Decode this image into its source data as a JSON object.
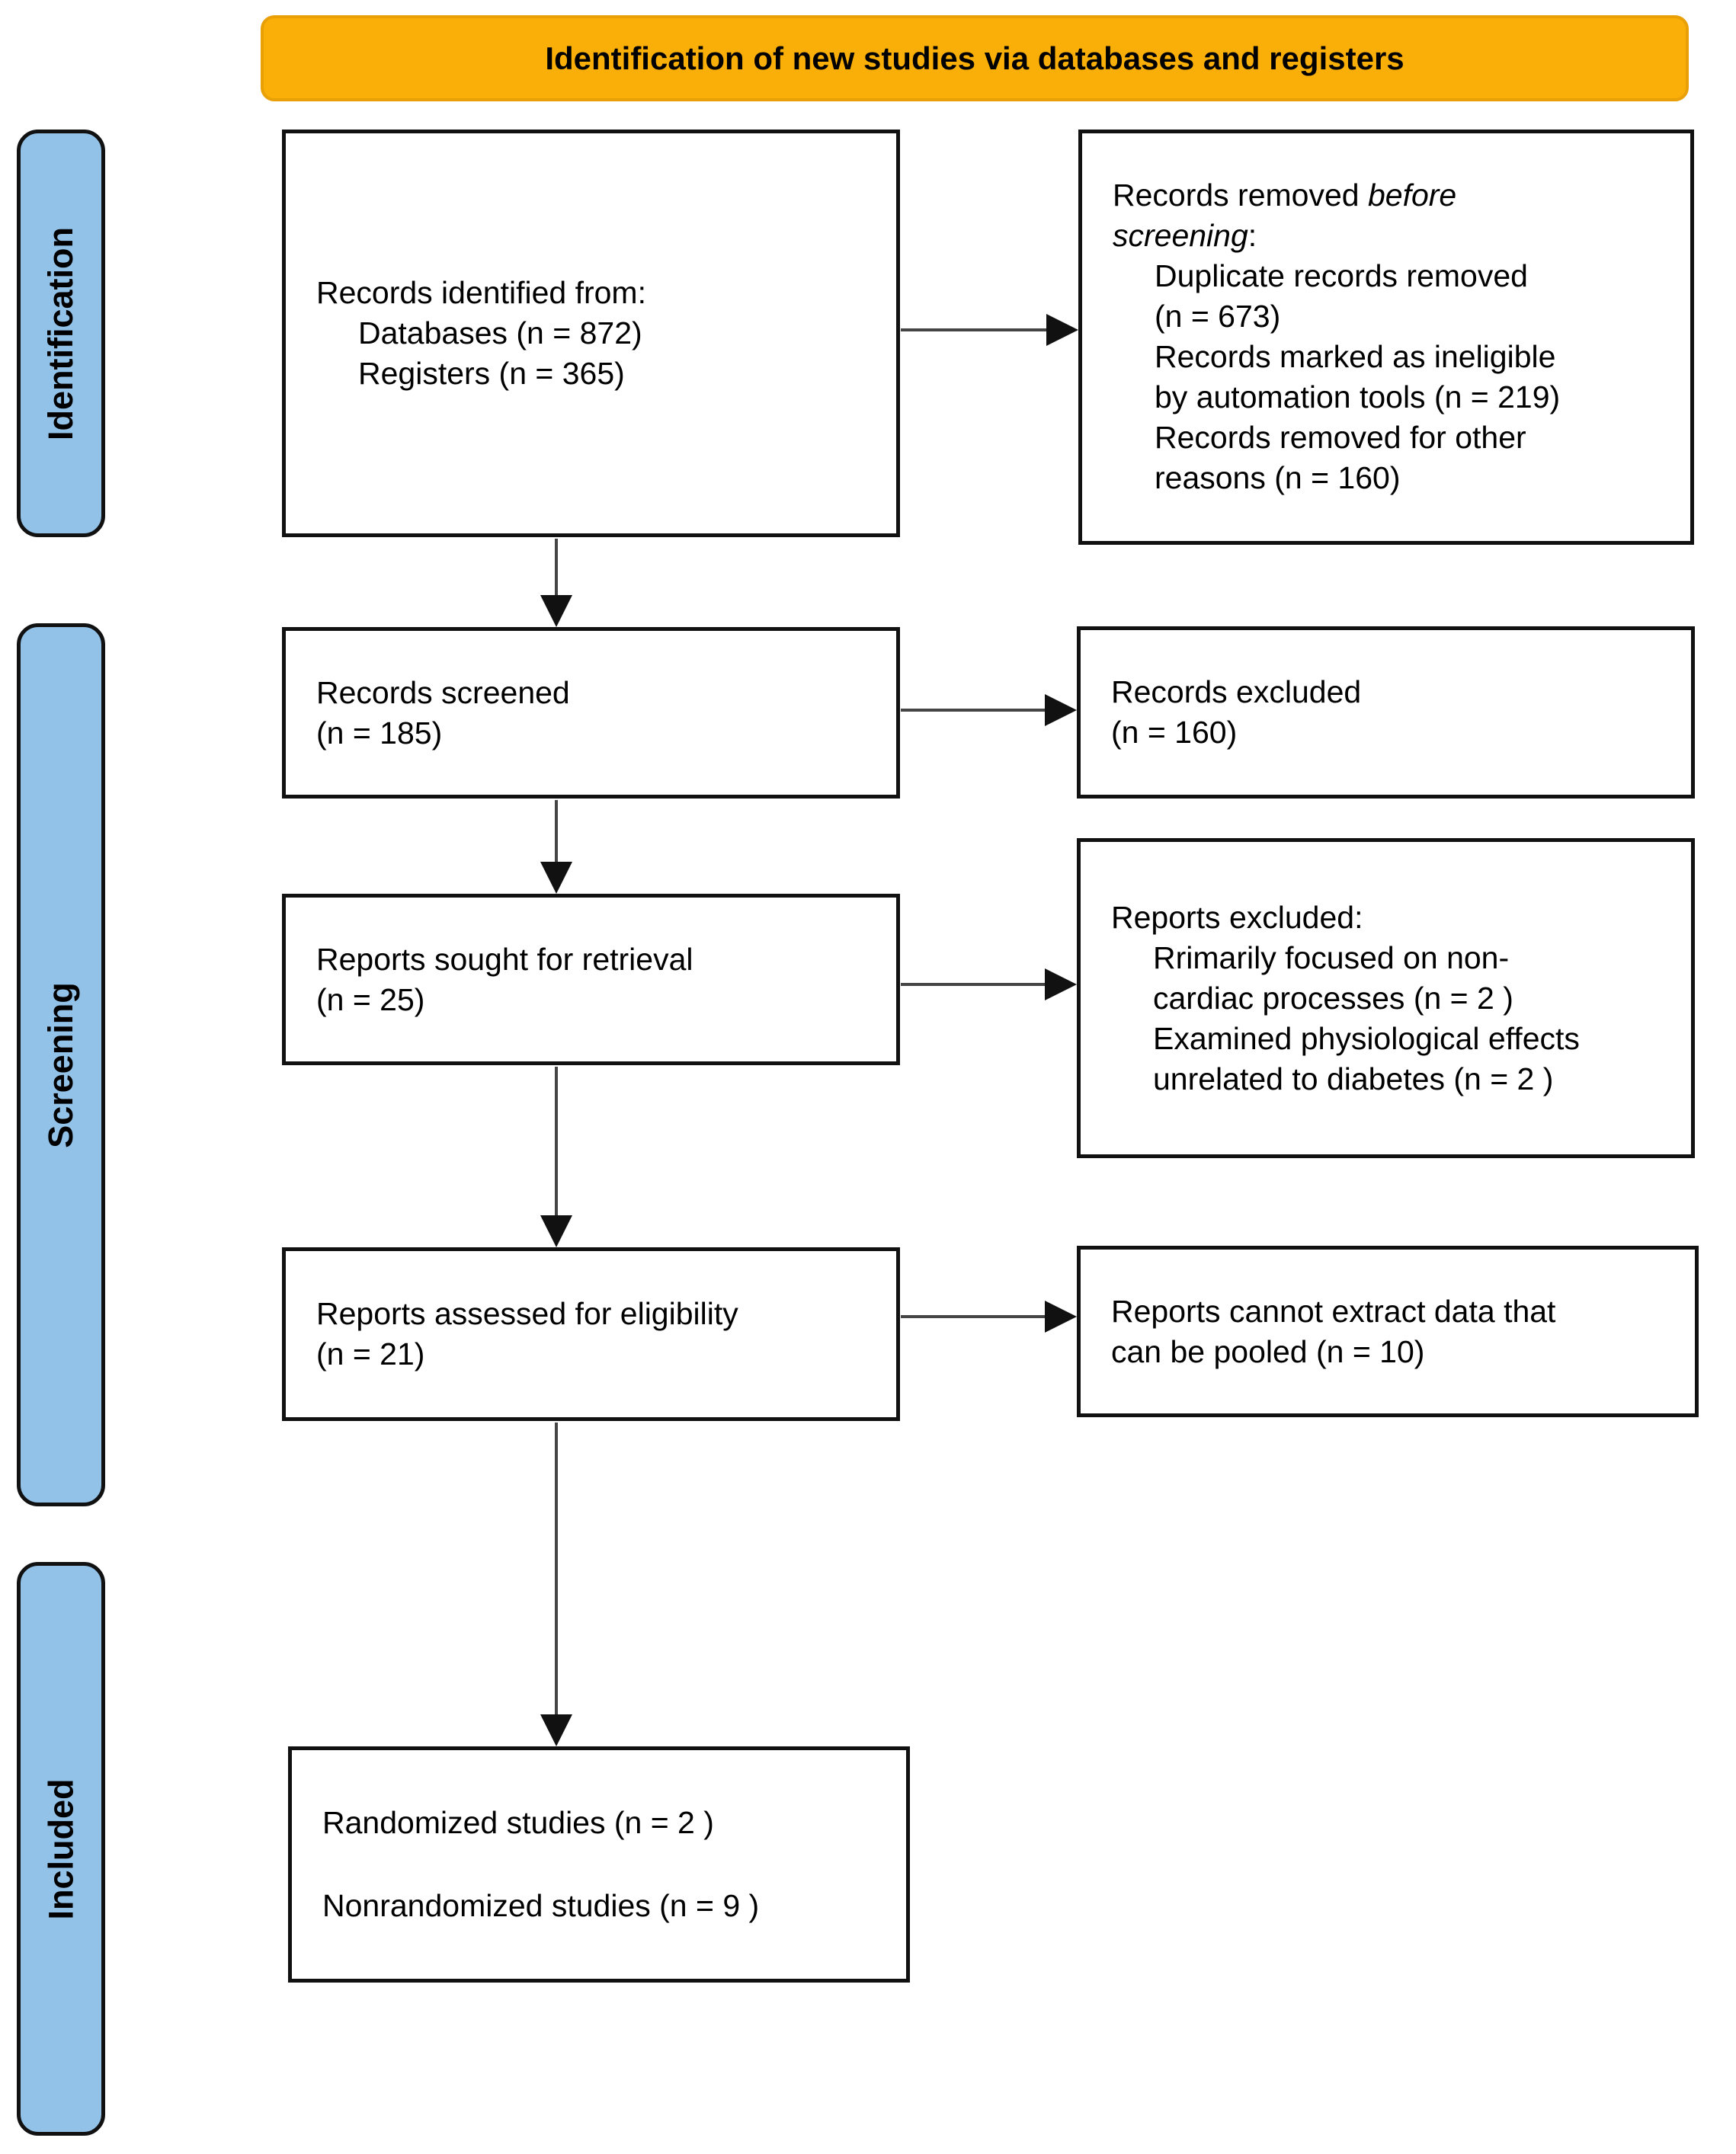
{
  "banner": {
    "label": "Identification of new studies via databases and registers"
  },
  "sidebar": {
    "identification_label": "Identification",
    "screening_label": "Screening",
    "included_label": "Included"
  },
  "boxes": {
    "identified": {
      "title": "Records identified from:",
      "items": [
        "Databases (n = 872)",
        "Registers (n = 365)"
      ]
    },
    "removed_before_screening": {
      "header_part1": "Records removed ",
      "header_italic1": "before",
      "header_italic2": "screening",
      "header_suffix": ":",
      "lines": [
        "Duplicate records removed",
        "(n = 673)",
        "Records marked as ineligible",
        "by automation tools (n = 219)",
        "Records removed for other",
        "reasons (n = 160)"
      ]
    },
    "screened": {
      "lines": [
        "Records screened",
        "(n = 185)"
      ]
    },
    "records_excluded": {
      "lines": [
        "Records excluded",
        "(n = 160)"
      ]
    },
    "sought": {
      "lines": [
        "Reports sought for retrieval",
        "(n = 25)"
      ]
    },
    "reports_excluded": {
      "title": "Reports excluded:",
      "lines": [
        "Rrimarily focused on non-",
        "cardiac processes (n = 2 )",
        "Examined physiological effects",
        "unrelated to diabetes (n = 2 )"
      ]
    },
    "assessed": {
      "lines": [
        "Reports assessed for eligibility",
        "(n = 21)"
      ]
    },
    "cannot_pool": {
      "lines": [
        "Reports cannot extract data that",
        "can be pooled (n = 10)"
      ]
    },
    "included_studies": {
      "lines": [
        "Randomized studies (n = 2 )",
        "Nonrandomized studies (n = 9 )"
      ]
    }
  },
  "colors": {
    "banner_bg": "#FAAF08",
    "banner_border": "#E99F06",
    "stage_bg": "#93C2E8",
    "box_border": "#111111",
    "arrow_color": "#454545",
    "arrow_head": "#111111"
  }
}
